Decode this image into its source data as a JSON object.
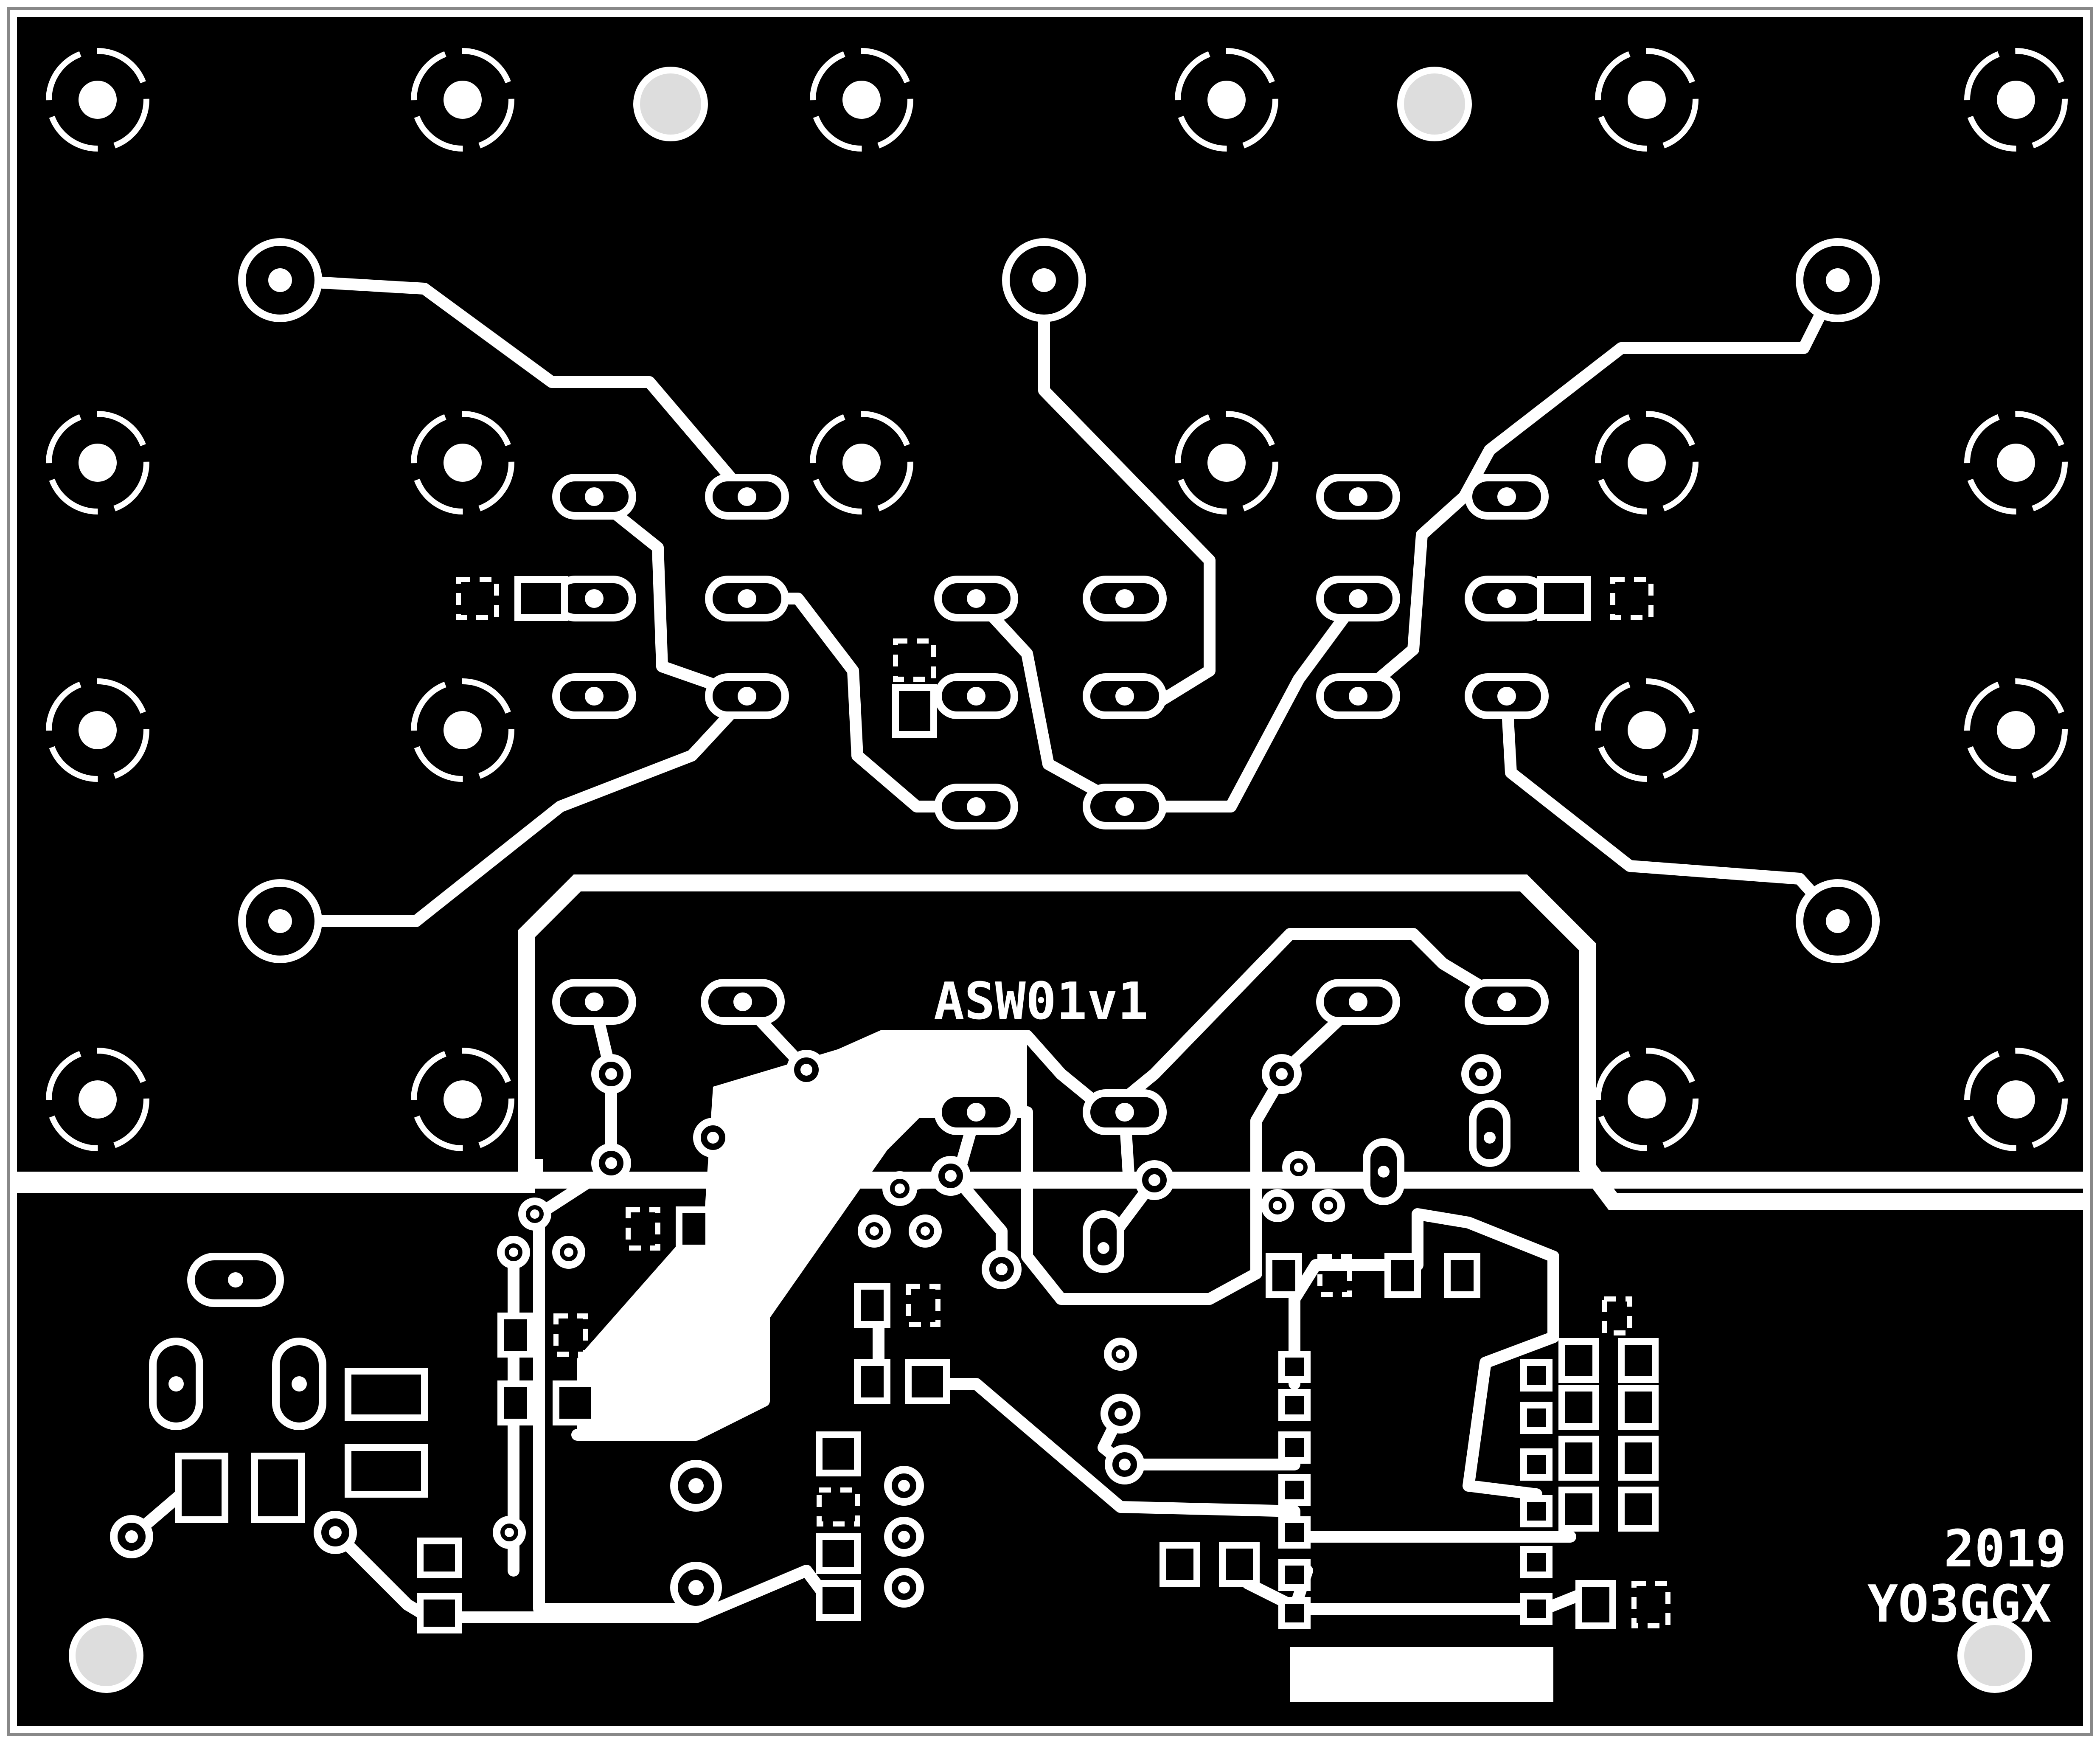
{
  "board": {
    "label": "ASW01v1",
    "year": "2019",
    "callsign": "YO3GGX"
  },
  "colors": {
    "copper": "#000000",
    "isolation": "#ffffff",
    "mounting_hole": "#cccccc"
  }
}
